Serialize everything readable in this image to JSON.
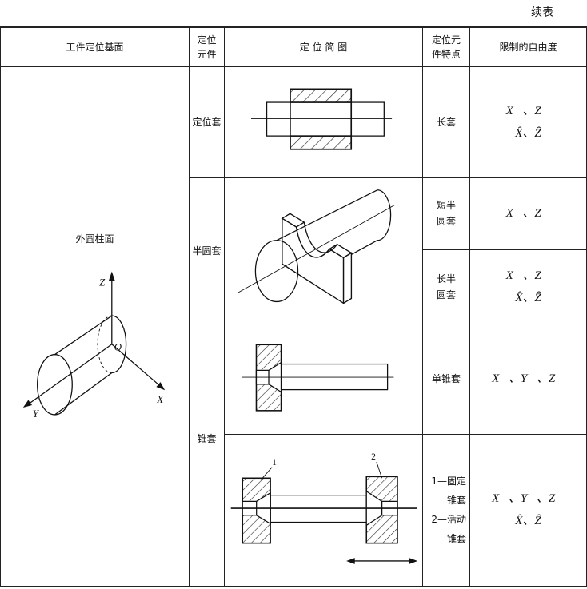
{
  "corner_note": "续表",
  "header": {
    "datum_surface": "工件定位基面",
    "locating_element": [
      "定位",
      "元件"
    ],
    "diagram": "定 位 简 图",
    "element_feature": [
      "定位元",
      "件特点"
    ],
    "dof": "限制的自由度"
  },
  "datum_surface": {
    "label": "外圆柱面",
    "axes": {
      "z": "Z",
      "origin": "O",
      "x": "X",
      "y": "Y"
    }
  },
  "rows": [
    {
      "element": "定位套",
      "items": [
        {
          "feature": [
            "长套"
          ],
          "dof": [
            "X⃗、Z⃗",
            "X̑、Z̑"
          ]
        }
      ]
    },
    {
      "element": "半圆套",
      "items": [
        {
          "feature": [
            "短半",
            "圆套"
          ],
          "dof": [
            "X⃗、Z⃗"
          ]
        },
        {
          "feature": [
            "长半",
            "圆套"
          ],
          "dof": [
            "X⃗、Z⃗",
            "X̑、Z̑"
          ]
        }
      ]
    },
    {
      "element": "锥套",
      "items": [
        {
          "feature": [
            "单锥套"
          ],
          "dof": [
            "X⃗、Y⃗、Z⃗"
          ]
        },
        {
          "feature": [
            "1—固定",
            "锥套",
            "2—活动",
            "锥套"
          ],
          "dof": [
            "X⃗、Y⃗、Z⃗",
            "X̑、Z̑"
          ],
          "diagram_labels": [
            "1",
            "2"
          ]
        }
      ]
    }
  ]
}
